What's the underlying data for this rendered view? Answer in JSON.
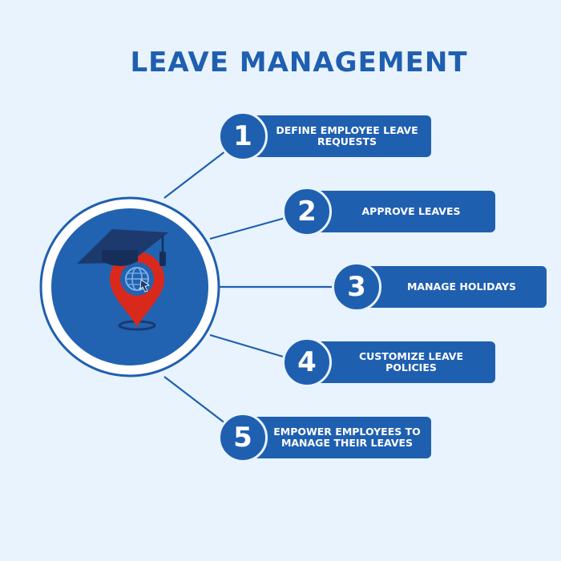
{
  "title": "LEAVE MANAGEMENT",
  "colors": {
    "background": "#e8f3fd",
    "primary": "#1f5fb0",
    "pin": "#d9291c",
    "cap": "#1c3a6e"
  },
  "center": {
    "icon": "graduation-cap-location-pin-icon"
  },
  "steps": [
    {
      "number": "1",
      "label": "DEFINE EMPLOYEE LEAVE REQUESTS"
    },
    {
      "number": "2",
      "label": "APPROVE LEAVES"
    },
    {
      "number": "3",
      "label": "MANAGE HOLIDAYS"
    },
    {
      "number": "4",
      "label": "CUSTOMIZE LEAVE POLICIES"
    },
    {
      "number": "5",
      "label": "EMPOWER EMPLOYEES TO MANAGE THEIR LEAVES"
    }
  ]
}
